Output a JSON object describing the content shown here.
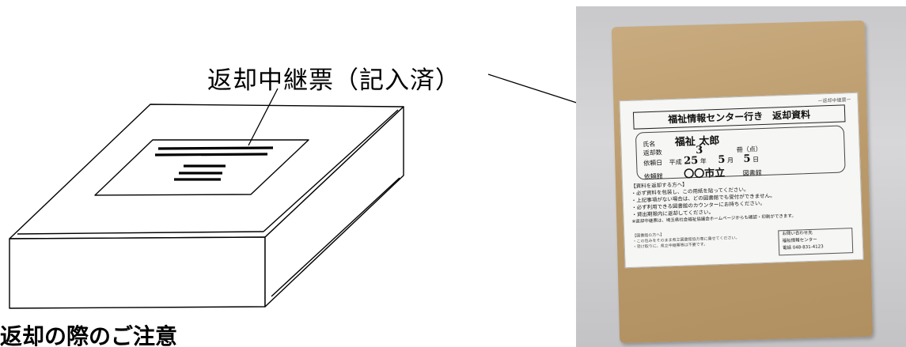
{
  "diagram": {
    "callout_label": "返却中継票（記入済）",
    "bottom_heading": "返却の際のご注意"
  },
  "photo": {
    "corner_note": "ー返却中継票ー",
    "title": "福祉情報センター行き　返却資料",
    "rows": {
      "name_label": "氏名",
      "name_value": "福祉 太郎",
      "count_label": "返却数",
      "count_value": "3",
      "count_unit": "冊（点）",
      "date_label": "依頼日",
      "date_era": "平成",
      "date_year": "25",
      "date_year_unit": "年",
      "date_month": "5",
      "date_month_unit": "月",
      "date_day": "5",
      "date_day_unit": "日",
      "library_label": "依頼館",
      "library_value": "〇〇市立",
      "library_unit": "図書館"
    },
    "notes": [
      "【資料を返却する方へ】",
      "・必ず資料を包装し、この用紙を貼ってください。",
      "・上記事項がない場合は、どの図書館でも受付ができません。",
      "・必ず利用できる図書館のカウンターにお持ちください。",
      "・貸出期限内に返却してください。",
      "※返却中継票は、埼玉県社会福祉協議会ホームページからも確認・印刷ができます。"
    ],
    "footer": [
      "【図書館の方へ】",
      "・この包みをそのまま県立図書館協力車に乗せてください。",
      "・受け取りに、県立中継票等は不要です。"
    ],
    "contact": [
      "お問い合わせ先",
      "福祉情報センター",
      "電話 048-831-4123"
    ]
  }
}
